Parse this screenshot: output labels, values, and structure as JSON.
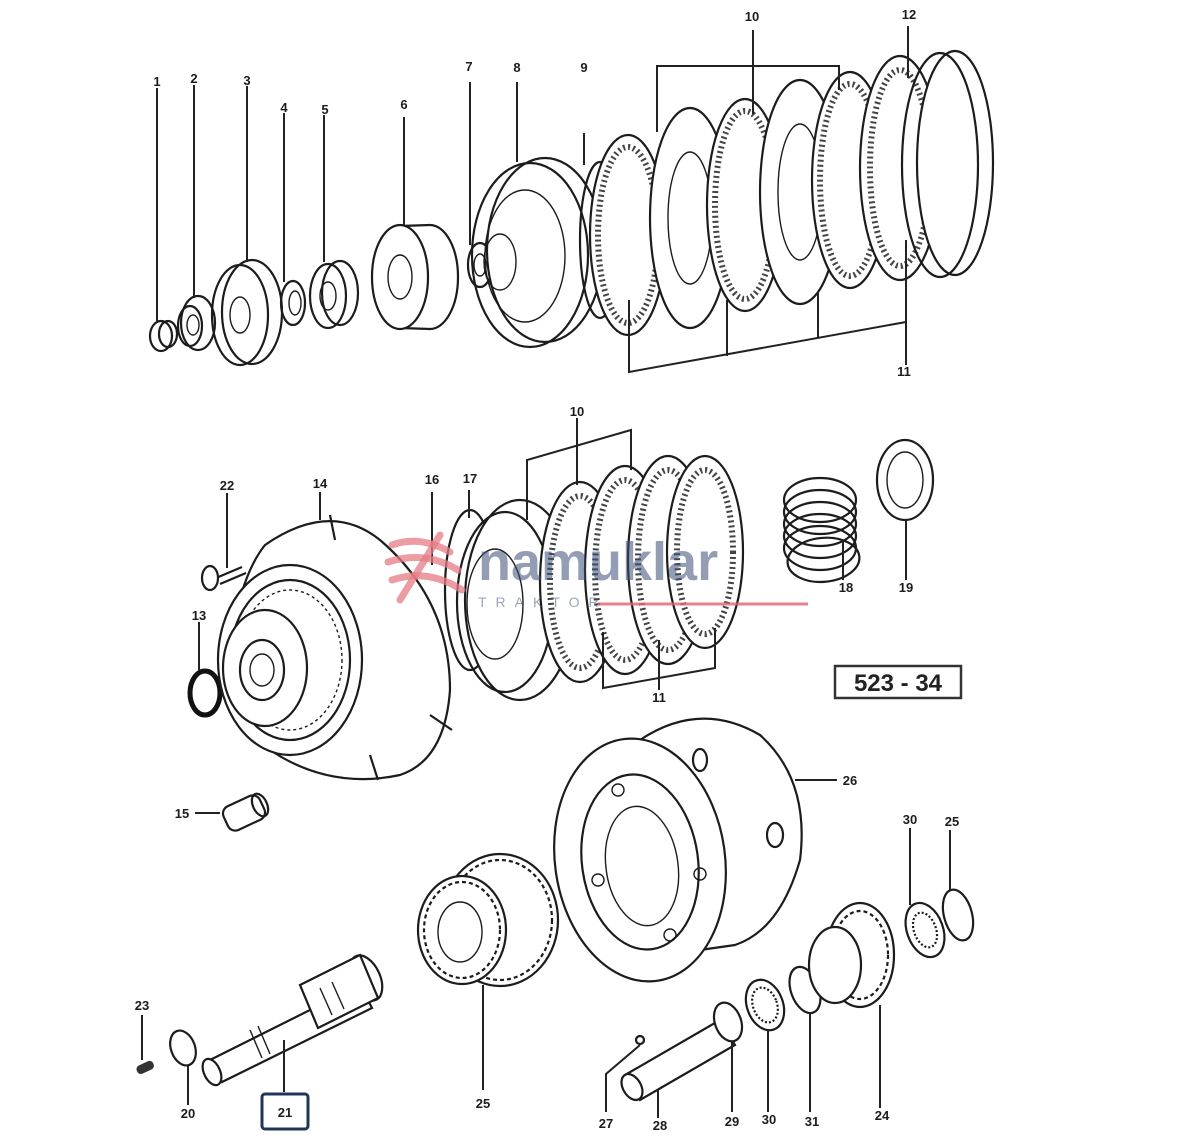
{
  "diagram": {
    "type": "exploded-parts-diagram",
    "subject": "tractor clutch / PTO assembly parts",
    "reference_code": "523 - 34",
    "highlighted_part": "21",
    "watermark": {
      "brand": "namuklar",
      "tagline": "TRAKTOR",
      "colors": {
        "text": "#3b4e78",
        "swoosh": "#e57b84",
        "underline": "#e0646d"
      }
    },
    "highlight_color": "#1f3656",
    "callouts": {
      "c1": "1",
      "c2": "2",
      "c3": "3",
      "c4": "4",
      "c5": "5",
      "c6": "6",
      "c7": "7",
      "c8": "8",
      "c9": "9",
      "c10a": "10",
      "c11a": "11",
      "c12": "12",
      "c22": "22",
      "c14": "14",
      "c16": "16",
      "c17": "17",
      "c10b": "10",
      "c18": "18",
      "c19": "19",
      "c13": "13",
      "c11b": "11",
      "c15": "15",
      "c26": "26",
      "c30a": "30",
      "c25a": "25",
      "c23": "23",
      "c20": "20",
      "c21": "21",
      "c25b": "25",
      "c27": "27",
      "c28": "28",
      "c29": "29",
      "c30b": "30",
      "c31": "31",
      "c24": "24"
    }
  }
}
